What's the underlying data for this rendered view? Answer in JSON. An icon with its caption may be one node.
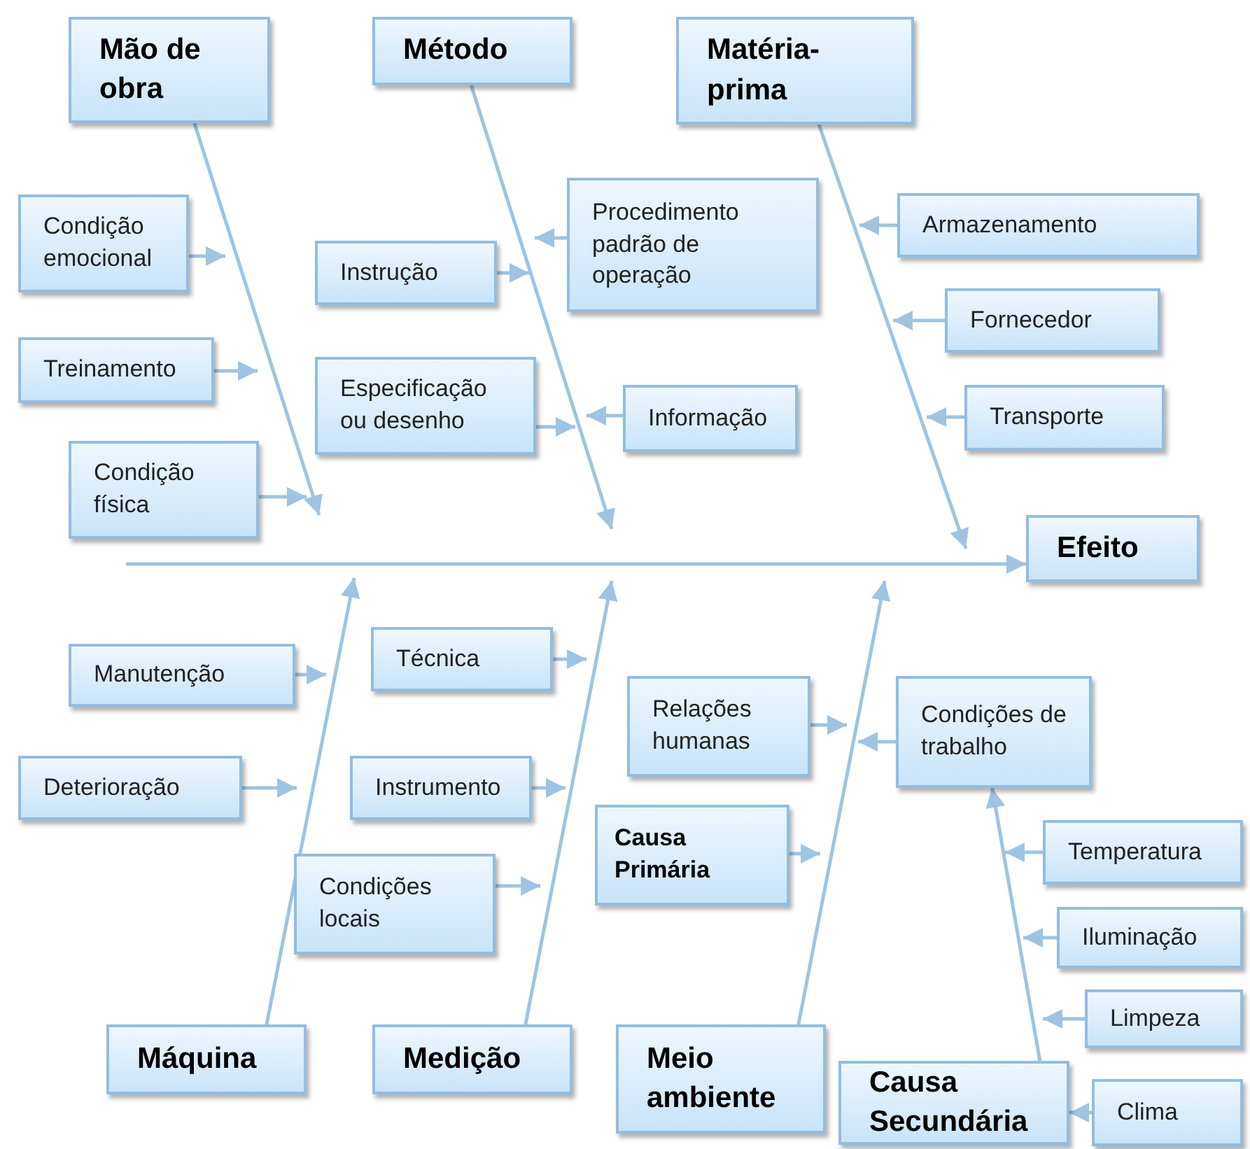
{
  "diagram": {
    "nodes": [
      {
        "text": [
          "Mão de obra"
        ]
      },
      {
        "text": [
          "Método"
        ]
      },
      {
        "text": [
          "Matéria-prima"
        ]
      },
      {
        "text": [
          "Condição emocional"
        ]
      },
      {
        "text": [
          "Treinamento"
        ]
      },
      {
        "text": [
          "Condição física"
        ]
      },
      {
        "text": [
          "Instrução"
        ]
      },
      {
        "text": [
          "Procedimento padrão de operação"
        ]
      },
      {
        "text": [
          "Especificação ou desenho"
        ]
      },
      {
        "text": [
          "Informação"
        ]
      },
      {
        "text": [
          "Armazenamento"
        ]
      },
      {
        "text": [
          "Fornecedor"
        ]
      },
      {
        "text": [
          "Transporte"
        ]
      },
      {
        "text": [
          "Efeito"
        ]
      },
      {
        "text": [
          "Manutenção"
        ]
      },
      {
        "text": [
          "Técnica"
        ]
      },
      {
        "text": [
          "Relações humanas"
        ]
      },
      {
        "text": [
          "Condições de trabalho"
        ]
      },
      {
        "text": [
          "Deterioração"
        ]
      },
      {
        "text": [
          "Instrumento"
        ]
      },
      {
        "text": [
          "Causa Primária"
        ]
      },
      {
        "text": [
          "Temperatura"
        ]
      },
      {
        "text": [
          "Condições locais"
        ]
      },
      {
        "text": [
          "Iluminação"
        ]
      },
      {
        "text": [
          "Limpeza"
        ]
      },
      {
        "text": [
          "Máquina"
        ]
      },
      {
        "text": [
          "Medição"
        ]
      },
      {
        "text": [
          "Meio ambiente"
        ]
      },
      {
        "text": [
          "Causa Secundária"
        ]
      },
      {
        "text": [
          "Clima"
        ]
      }
    ],
    "edges": [
      {
        "from": null,
        "to": 13,
        "arrow": "to"
      },
      {
        "from": 0,
        "to": null,
        "arrow": "to"
      },
      {
        "from": 1,
        "to": null,
        "arrow": "to"
      },
      {
        "from": 2,
        "to": null,
        "arrow": "to"
      },
      {
        "from": 25,
        "to": null,
        "arrow": "to"
      },
      {
        "from": 26,
        "to": null,
        "arrow": "to"
      },
      {
        "from": 27,
        "to": null,
        "arrow": "to"
      },
      {
        "from": 28,
        "to": 17,
        "arrow": "to"
      },
      {
        "from": 3,
        "to": null,
        "arrow": "to"
      },
      {
        "from": 4,
        "to": null,
        "arrow": "to"
      },
      {
        "from": 5,
        "to": null,
        "arrow": "to"
      },
      {
        "from": 6,
        "to": null,
        "arrow": "to"
      },
      {
        "from": 7,
        "to": null,
        "arrow": "to"
      },
      {
        "from": 8,
        "to": null,
        "arrow": "to"
      },
      {
        "from": 9,
        "to": null,
        "arrow": "to"
      },
      {
        "from": 10,
        "to": null,
        "arrow": "to"
      },
      {
        "from": 11,
        "to": null,
        "arrow": "to"
      },
      {
        "from": 12,
        "to": null,
        "arrow": "to"
      },
      {
        "from": 14,
        "to": null,
        "arrow": "to"
      },
      {
        "from": 18,
        "to": null,
        "arrow": "to"
      },
      {
        "from": 15,
        "to": null,
        "arrow": "to"
      },
      {
        "from": 19,
        "to": null,
        "arrow": "to"
      },
      {
        "from": 22,
        "to": null,
        "arrow": "to"
      },
      {
        "from": 16,
        "to": null,
        "arrow": "to"
      },
      {
        "from": 17,
        "to": null,
        "arrow": "to"
      },
      {
        "from": 20,
        "to": null,
        "arrow": "to"
      },
      {
        "from": 21,
        "to": null,
        "arrow": "to"
      },
      {
        "from": 23,
        "to": null,
        "arrow": "to"
      },
      {
        "from": 24,
        "to": null,
        "arrow": "to"
      },
      {
        "from": 29,
        "to": 28,
        "arrow": "to"
      }
    ]
  }
}
